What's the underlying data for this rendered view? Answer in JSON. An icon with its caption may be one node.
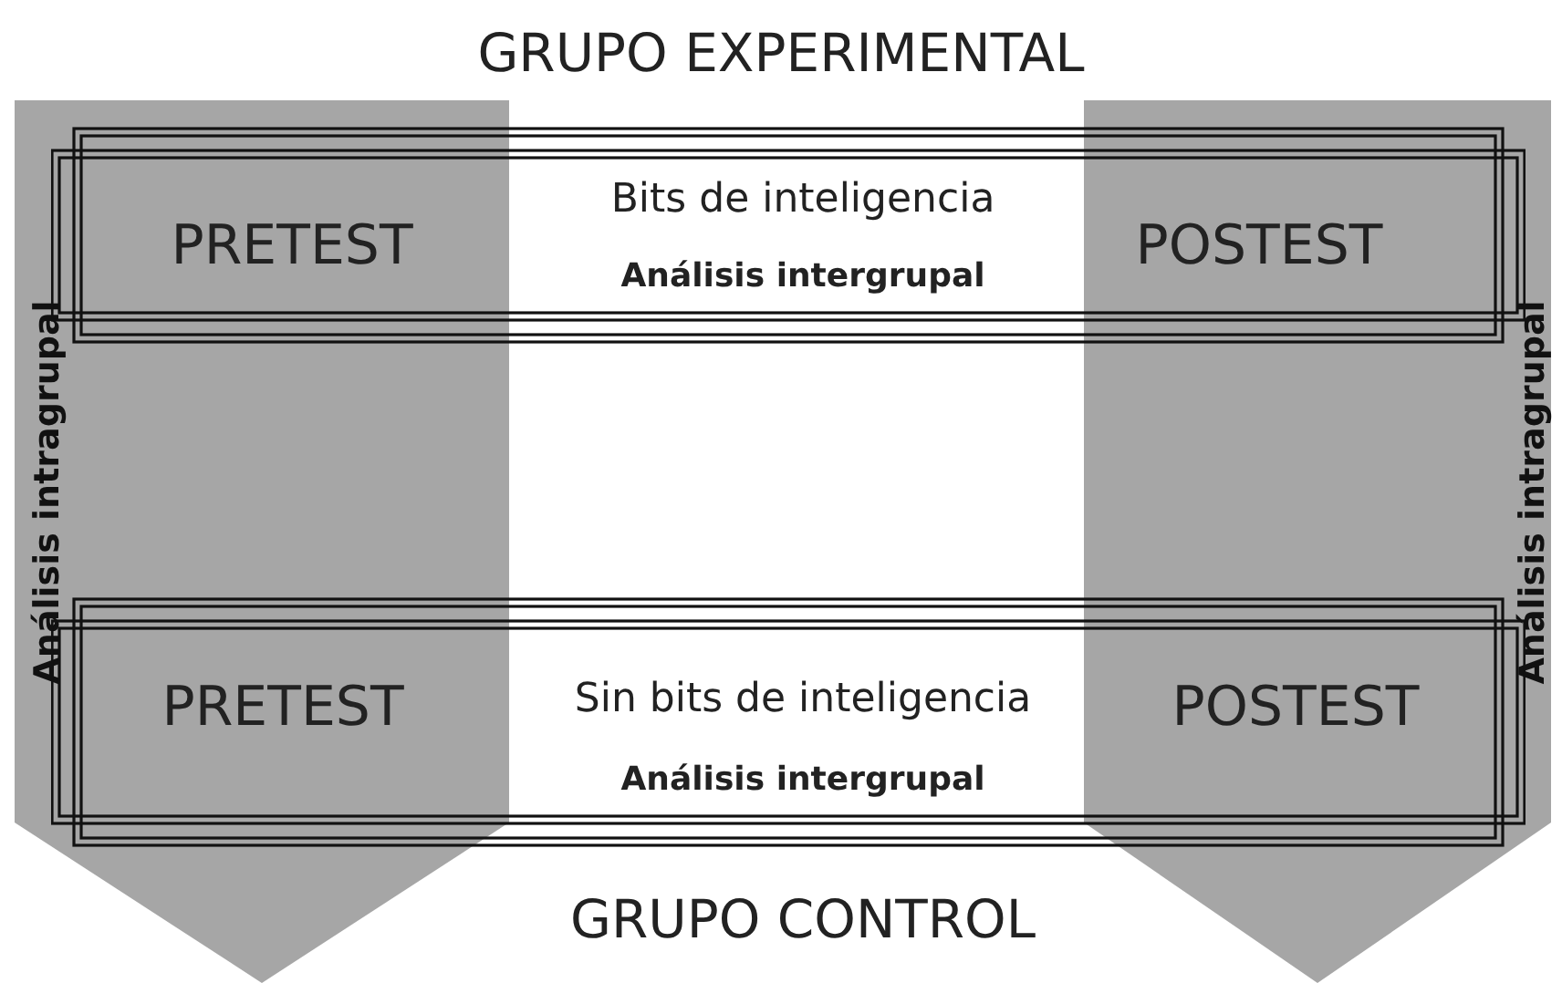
{
  "diagram": {
    "nodes": [
      {
        "text": [
          "Análisis intragrupal"
        ]
      },
      {
        "text": [
          "Análisis intragrupal"
        ]
      },
      {
        "text": [
          "PRETEST",
          "Bits de inteligencia",
          "Análisis intergrupal",
          "POSTEST"
        ]
      },
      {
        "text": [
          "PRETEST",
          "Sin bits de inteligencia",
          "Análisis intergrupal",
          "POSTEST"
        ]
      }
    ],
    "labels": [
      "GRUPO EXPERIMENTAL",
      "GRUPO CONTROL"
    ]
  }
}
